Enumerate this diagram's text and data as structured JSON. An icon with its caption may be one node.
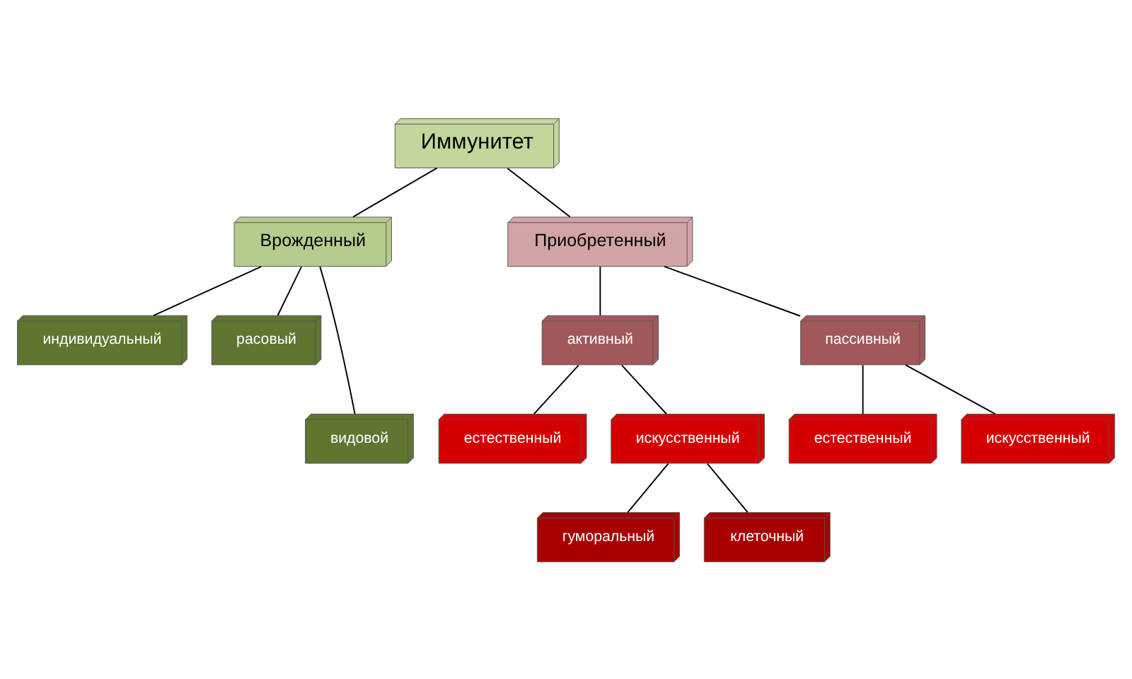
{
  "diagram": {
    "nodes": [
      {
        "text": [
          "Иммунитет"
        ]
      },
      {
        "text": [
          "Врожденный"
        ]
      },
      {
        "text": [
          "Приобретенный"
        ]
      },
      {
        "text": [
          "индивидуальный"
        ]
      },
      {
        "text": [
          "расовый"
        ]
      },
      {
        "text": [
          "видовой"
        ]
      },
      {
        "text": [
          "активный"
        ]
      },
      {
        "text": [
          "пассивный"
        ]
      },
      {
        "text": [
          "естественный"
        ]
      },
      {
        "text": [
          "искусственный"
        ]
      },
      {
        "text": [
          "естественный"
        ]
      },
      {
        "text": [
          "искусственный"
        ]
      },
      {
        "text": [
          "гуморальный"
        ]
      },
      {
        "text": [
          "клеточный"
        ]
      }
    ],
    "edges": [
      {
        "from": 0,
        "to": 1,
        "arrow": "none"
      },
      {
        "from": 0,
        "to": 2,
        "arrow": "none"
      },
      {
        "from": 1,
        "to": 3,
        "arrow": "none"
      },
      {
        "from": 1,
        "to": 4,
        "arrow": "none"
      },
      {
        "from": 1,
        "to": 5,
        "arrow": "none"
      },
      {
        "from": 2,
        "to": 6,
        "arrow": "none"
      },
      {
        "from": 2,
        "to": 7,
        "arrow": "none"
      },
      {
        "from": 6,
        "to": 8,
        "arrow": "none"
      },
      {
        "from": 6,
        "to": 9,
        "arrow": "none"
      },
      {
        "from": 7,
        "to": 10,
        "arrow": "none"
      },
      {
        "from": 7,
        "to": 11,
        "arrow": "none"
      },
      {
        "from": 9,
        "to": 12,
        "arrow": "none"
      },
      {
        "from": 9,
        "to": 13,
        "arrow": "none"
      }
    ]
  }
}
